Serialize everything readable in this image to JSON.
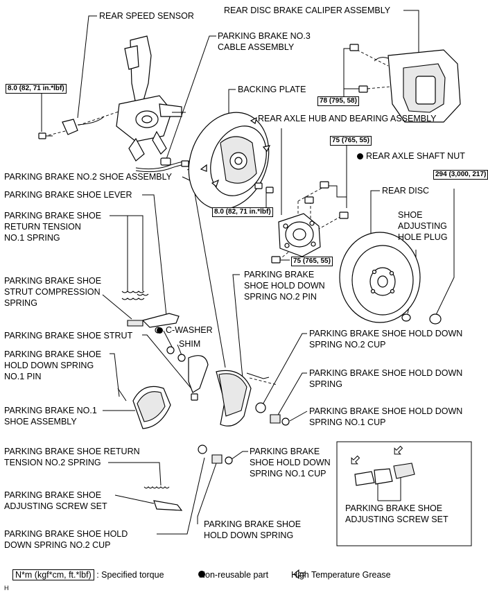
{
  "labels": {
    "rear_speed_sensor": "REAR SPEED SENSOR",
    "caliper": "REAR DISC BRAKE CALIPER ASSEMBLY",
    "pb_no3_cable_1": "PARKING BRAKE NO.3",
    "pb_no3_cable_2": "CABLE ASSEMBLY",
    "backing_plate": "BACKING PLATE",
    "axle_hub": "REAR AXLE HUB AND BEARING ASSEMBLY",
    "axle_nut": "REAR AXLE SHAFT NUT",
    "pb_no2_shoe": "PARKING BRAKE NO.2 SHOE ASSEMBLY",
    "rear_disc": "REAR DISC",
    "shoe_lever": "PARKING BRAKE SHOE LEVER",
    "plug_1": "SHOE",
    "plug_2": "ADJUSTING",
    "plug_3": "HOLE PLUG",
    "return_no1_1": "PARKING BRAKE SHOE",
    "return_no1_2": "RETURN TENSION",
    "return_no1_3": "NO.1 SPRING",
    "hd_no2_pin_1": "PARKING BRAKE",
    "hd_no2_pin_2": "SHOE HOLD DOWN",
    "hd_no2_pin_3": "SPRING NO.2 PIN",
    "strut_comp_1": "PARKING BRAKE SHOE",
    "strut_comp_2": "STRUT COMPRESSION",
    "strut_comp_3": "SPRING",
    "c_washer": "C-WASHER",
    "hd_no2_cup_r1": "PARKING BRAKE SHOE HOLD DOWN",
    "hd_no2_cup_r2": "SPRING NO.2 CUP",
    "shoe_strut": "PARKING BRAKE SHOE STRUT",
    "shim": "SHIM",
    "hd_no1_pin_1": "PARKING BRAKE SHOE",
    "hd_no1_pin_2": "HOLD DOWN SPRING",
    "hd_no1_pin_3": "NO.1 PIN",
    "hd_spring_r1": "PARKING BRAKE SHOE HOLD DOWN",
    "hd_spring_r2": "SPRING",
    "pb_no1_shoe_1": "PARKING BRAKE NO.1",
    "pb_no1_shoe_2": "SHOE ASSEMBLY",
    "hd_no1_cup_r1": "PARKING BRAKE SHOE HOLD DOWN",
    "hd_no1_cup_r2": "SPRING NO.1 CUP",
    "return_no2_1": "PARKING BRAKE SHOE RETURN",
    "return_no2_2": "TENSION NO.2 SPRING",
    "hd_no1_cup_m1": "PARKING BRAKE",
    "hd_no1_cup_m2": "SHOE HOLD DOWN",
    "hd_no1_cup_m3": "SPRING NO.1 CUP",
    "adj_screw_1": "PARKING BRAKE SHOE",
    "adj_screw_2": "ADJUSTING SCREW SET",
    "inset_adj_1": "PARKING BRAKE SHOE",
    "inset_adj_2": "ADJUSTING SCREW SET",
    "hd_no2_cup_l1": "PARKING BRAKE SHOE HOLD",
    "hd_no2_cup_l2": "DOWN SPRING NO.2 CUP",
    "hd_spring_m1": "PARKING BRAKE SHOE",
    "hd_spring_m2": "HOLD DOWN SPRING"
  },
  "torques": {
    "speed_sensor": "8.0 (82, 71 in.*lbf)",
    "caliper": "78 (795, 58)",
    "axle_nut": "75 (765, 55)",
    "disc_plug": "294 (3,000, 217)",
    "backing_plate": "8.0 (82, 71 in.*lbf)",
    "hub": "75 (765, 55)"
  },
  "legend": {
    "torque_box": "N*m (kgf*cm, ft.*lbf)",
    "torque_text": ": Specified torque",
    "nonreusable": "Non-reusable part",
    "grease_text": "High Temperature Grease",
    "corner_mark": "H"
  },
  "icons": {
    "nonreusable": "filled-circle-icon",
    "grease": "hollow-arrow-left-icon"
  }
}
